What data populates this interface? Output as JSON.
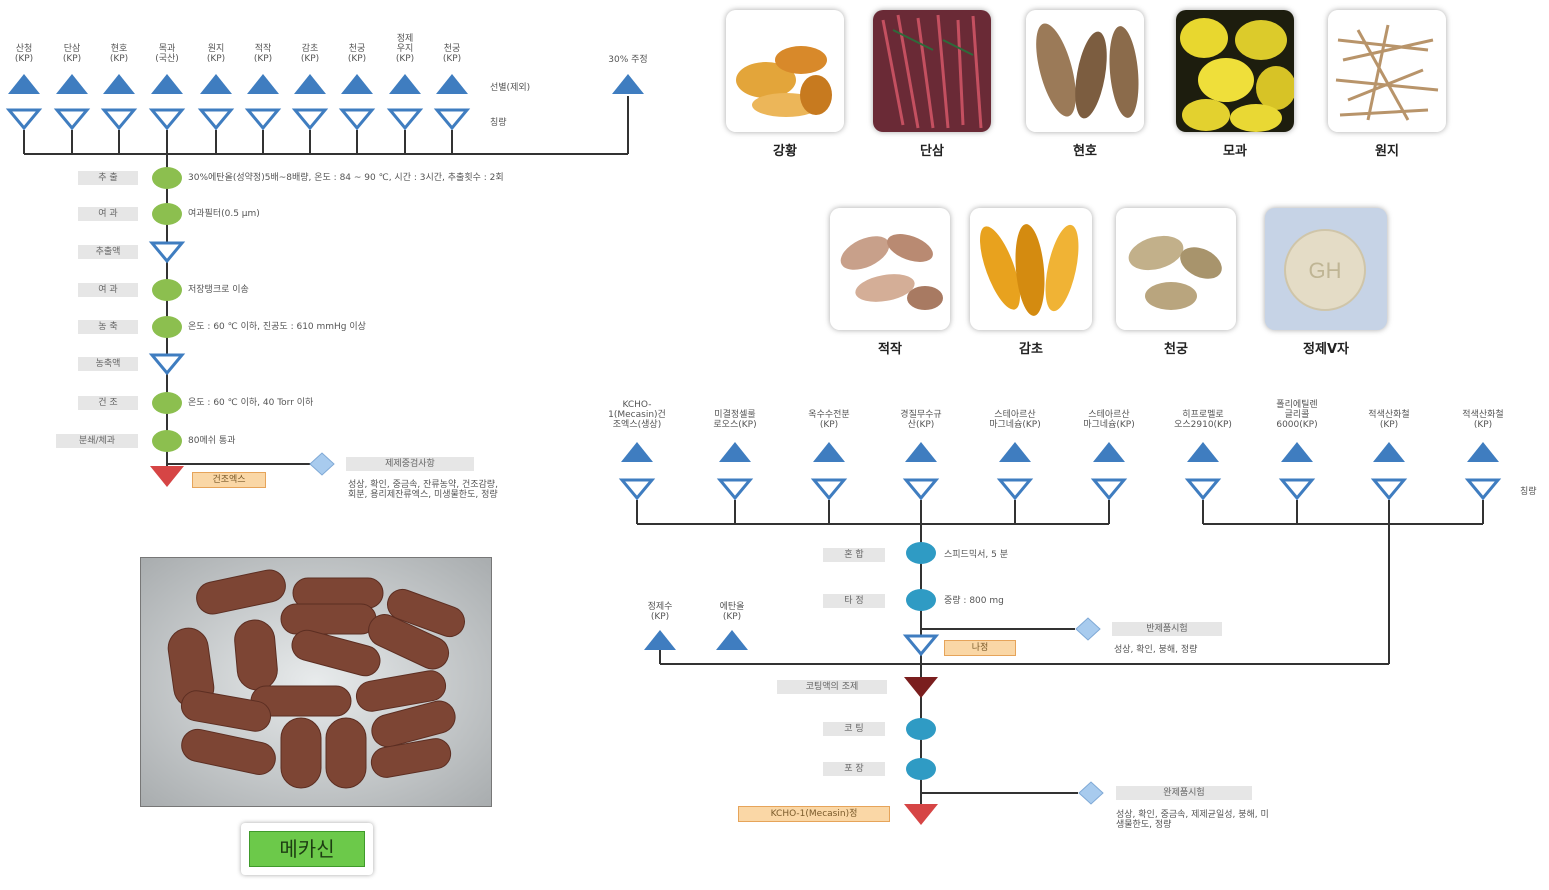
{
  "products": {
    "row1": [
      {
        "name": "강황",
        "color": "#e6a234"
      },
      {
        "name": "단삼",
        "color": "#a33a4e"
      },
      {
        "name": "현호",
        "color": "#8a6a48"
      },
      {
        "name": "모과",
        "color": "#e3d12f"
      },
      {
        "name": "원지",
        "color": "#c9a77e"
      }
    ],
    "row2": [
      {
        "name": "적작",
        "color": "#c8a08a"
      },
      {
        "name": "감초",
        "color": "#e8a21e"
      },
      {
        "name": "천궁",
        "color": "#c2b08a"
      },
      {
        "name": "정제V자",
        "color": "#e4dcc6",
        "stamp": "GH"
      }
    ]
  },
  "final_product": {
    "name": "메카신",
    "tablet_color": "#7d4534"
  },
  "left_process": {
    "header_labels": [
      "산청\n(KP)",
      "단삼\n(KP)",
      "현호\n(KP)",
      "목과\n(국산)",
      "원지\n(KP)",
      "적작\n(KP)",
      "감초\n(KP)",
      "천궁\n(KP)",
      "정제\n우지\n(KP)",
      "천궁\n(KP)"
    ],
    "right_label": "30% 주정",
    "row_labels": [
      "선별(제외)",
      "칭량"
    ],
    "steps": [
      {
        "label": "추 출",
        "desc": "30%에탄올(성약정)5배~8배량, 온도 : 84 ~ 90 ℃, 시간 : 3시간, 추출횟수 : 2회"
      },
      {
        "label": "여 과",
        "desc": "여과필터(0.5 μm)"
      },
      {
        "label": "추출액",
        "desc": ""
      },
      {
        "label": "여 과",
        "desc": "저장탱크로 이송"
      },
      {
        "label": "농 축",
        "desc": "온도 : 60 ℃ 이하, 진공도 : 610 mmHg 이상"
      },
      {
        "label": "농축액",
        "desc": ""
      },
      {
        "label": "건 조",
        "desc": "온도 : 60 ℃ 이하, 40 Torr 이하"
      },
      {
        "label": "분쇄/체과",
        "desc": "80메쉬 통과"
      }
    ],
    "end_box": "건조엑스",
    "test_box": "제제중검사항",
    "test_desc": "성상, 확인, 중금속, 잔류농약, 건조감량,\n회분, 용리제잔류엑스, 미생물한도, 정량"
  },
  "right_process": {
    "header_labels": [
      "KCHO-\n1(Mecasin)건\n조엑스(생상)",
      "미결정셀룰\n로오스(KP)",
      "옥수수전분\n(KP)",
      "경질무수규\n산(KP)",
      "스테아르산\n마그네슘(KP)",
      "스테아르산\n마그네슘(KP)",
      "히프로멜로\n오스2910(KP)",
      "폴리에틸렌\n글리콜\n6000(KP)",
      "적색산화철\n(KP)",
      "적색산화철\n(KP)"
    ],
    "row_labels_right": "칭량",
    "steps": [
      {
        "label": "혼 합",
        "desc": "스피드믹서, 5 분"
      },
      {
        "label": "타 정",
        "desc": "중량 : 800 mg"
      }
    ],
    "midbox": "나정",
    "test1": {
      "box": "반제품시험",
      "desc": "성상, 확인, 붕해, 정량"
    },
    "extra_inputs": [
      "정제수\n(KP)",
      "에탄올\n(KP)"
    ],
    "coating": "코팅액의 조제",
    "steps2": [
      {
        "label": "코 팅"
      },
      {
        "label": "포 장"
      }
    ],
    "end_box": "KCHO-1(Mecasin)정",
    "test2": {
      "box": "완제품시험",
      "desc": "성상, 확인, 중금속, 제제균일성, 붕해, 미\n생물한도, 정량"
    }
  },
  "colors": {
    "arrow": "#3f7dc0",
    "circle_green": "#8cbf4f",
    "circle_blue": "#2f9bc4",
    "line": "#333333",
    "end_tri": "#d64545",
    "coat_tri": "#7a1e1e",
    "diamond": "#a8cbee"
  }
}
